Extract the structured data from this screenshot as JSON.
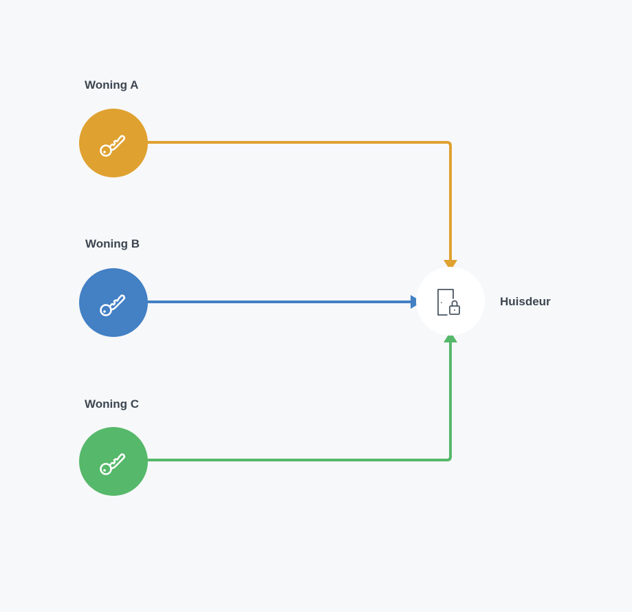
{
  "colors": {
    "background": "#f7f8fa",
    "node_a": "#dfa12f",
    "node_b": "#4380c4",
    "node_c": "#56b86a",
    "door_fill": "#ffffff",
    "icon_stroke": "#4a5560",
    "label_text": "#3c4650"
  },
  "nodes": [
    {
      "id": "a",
      "label": "Woning A",
      "icon": "key-icon"
    },
    {
      "id": "b",
      "label": "Woning B",
      "icon": "key-icon"
    },
    {
      "id": "c",
      "label": "Woning C",
      "icon": "key-icon"
    }
  ],
  "target": {
    "label": "Huisdeur",
    "icon": "door-lock-icon"
  },
  "edges": [
    {
      "from": "a",
      "to": "target"
    },
    {
      "from": "b",
      "to": "target"
    },
    {
      "from": "c",
      "to": "target"
    }
  ]
}
